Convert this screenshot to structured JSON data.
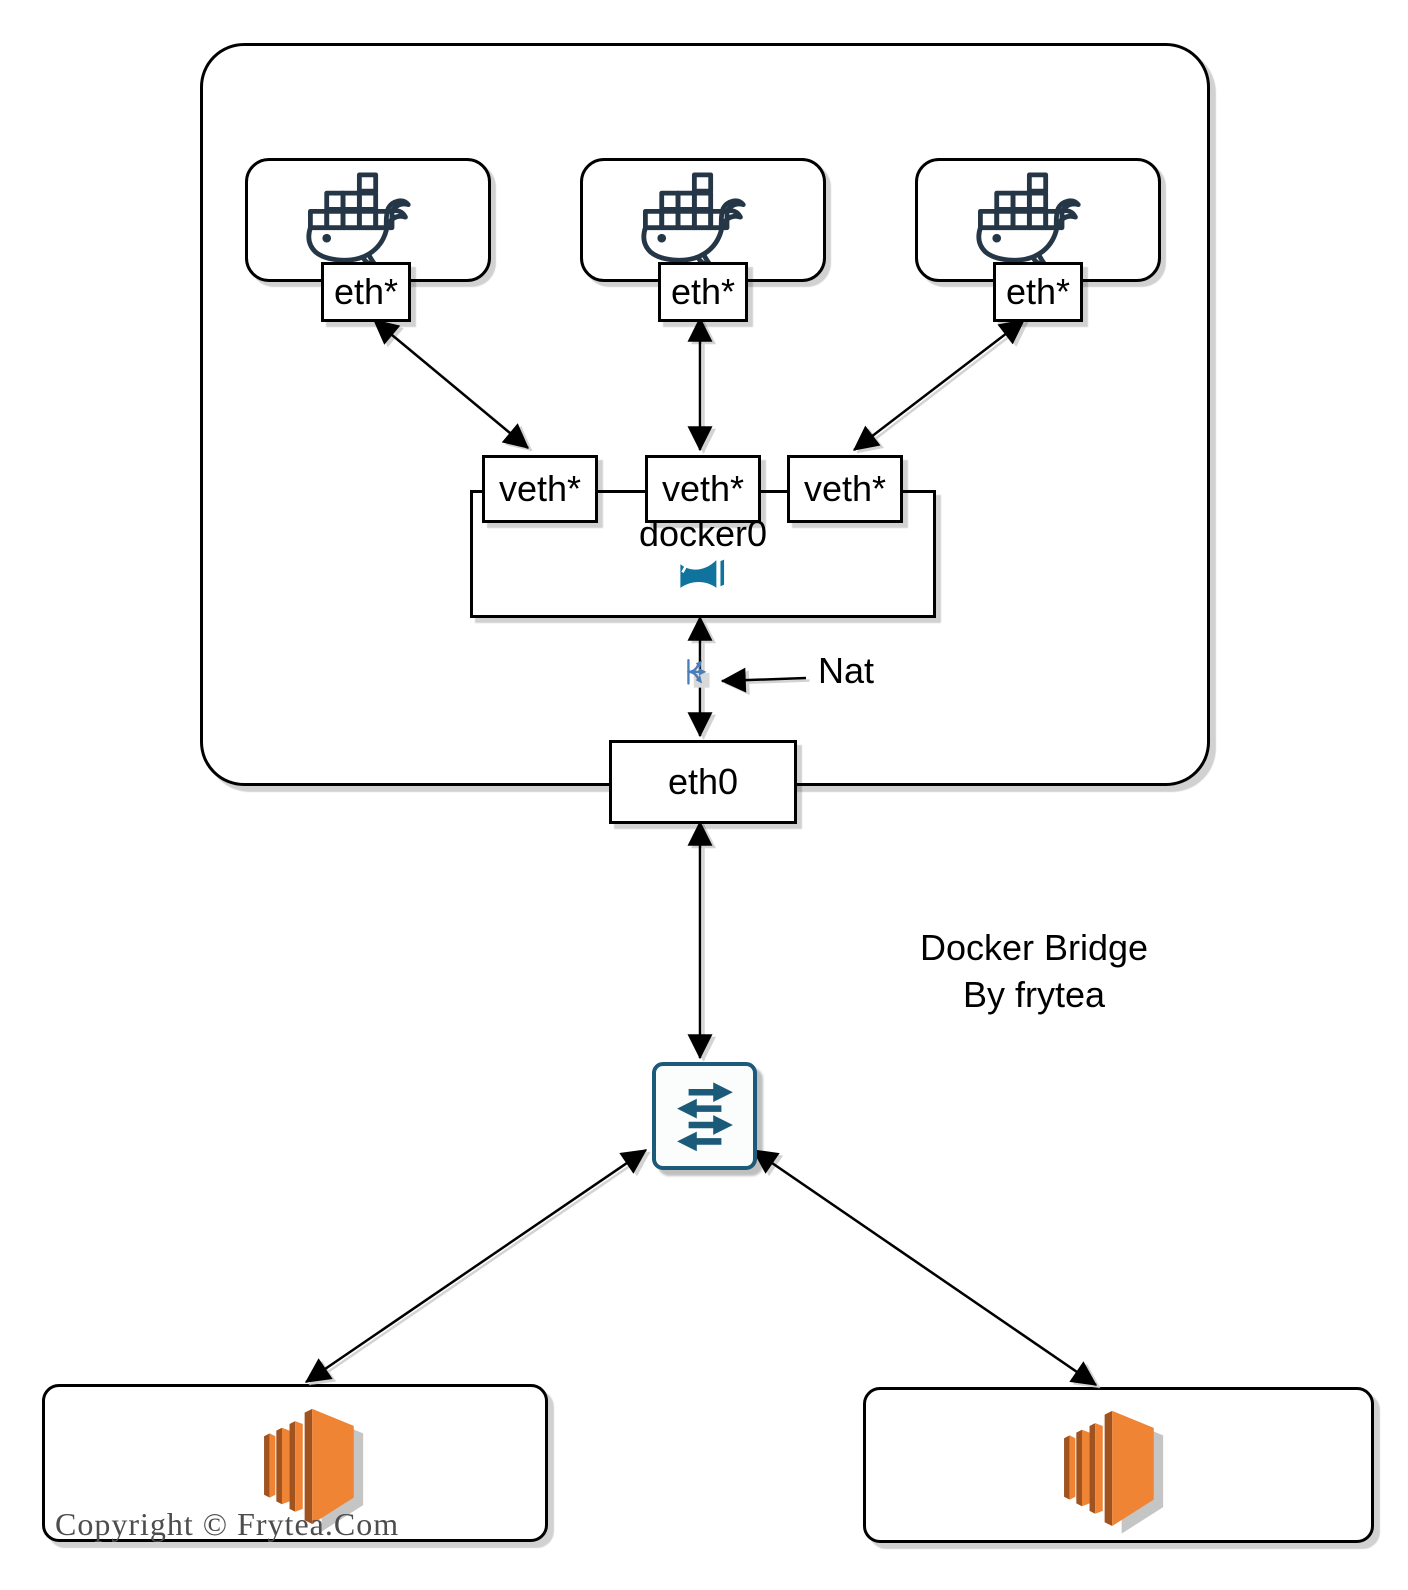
{
  "host": {
    "containers": [
      {
        "label": "eth*"
      },
      {
        "label": "eth*"
      },
      {
        "label": "eth*"
      }
    ],
    "veths": [
      {
        "label": "veth*"
      },
      {
        "label": "veth*"
      },
      {
        "label": "veth*"
      }
    ],
    "bridge": {
      "label": "docker0"
    },
    "nat": {
      "label": "Nat"
    },
    "eth0": {
      "label": "eth0"
    }
  },
  "caption": {
    "line1": "Docker Bridge",
    "line2": "By frytea"
  },
  "watermark": "Copyright © Frytea.Com",
  "icons": {
    "container": "docker-whale-icon",
    "bridge": "bridge-icon",
    "nat": "nat-icon",
    "switch": "network-switch-icon",
    "server": "ec2-server-icon"
  },
  "colors": {
    "docker_icon": "#253746",
    "bridge_icon": "#10739e",
    "nat_icon": "#4a7ebb",
    "switch": "#1b5a78",
    "server_front": "#ee8434",
    "server_side": "#a0521f",
    "shadow": "#c9c9c9",
    "watermark_text": "#4d4d4d"
  }
}
